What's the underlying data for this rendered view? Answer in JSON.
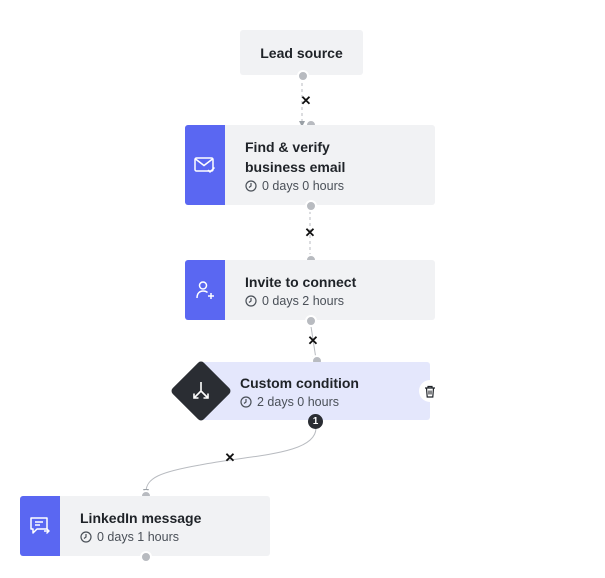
{
  "workflow": {
    "lead_source": {
      "label": "Lead source"
    },
    "find_verify": {
      "title_line1": "Find & verify",
      "title_line2": "business email",
      "duration": "0 days 0 hours",
      "icon": "mail-check-icon"
    },
    "invite": {
      "title": "Invite to connect",
      "duration": "0 days 2 hours",
      "icon": "user-plus-icon"
    },
    "condition": {
      "title": "Custom condition",
      "duration": "2 days 0 hours",
      "branch_badge": "1",
      "icon": "split-arrows-icon"
    },
    "linkedin": {
      "title": "LinkedIn message",
      "duration": "0 days 1 hours",
      "icon": "message-reply-icon"
    },
    "remove_symbol": "✕"
  },
  "colors": {
    "accent": "#5a67f2",
    "node_bg": "#f1f2f4",
    "condition_bg": "#e4e7fc",
    "dark": "#2a2d33"
  }
}
